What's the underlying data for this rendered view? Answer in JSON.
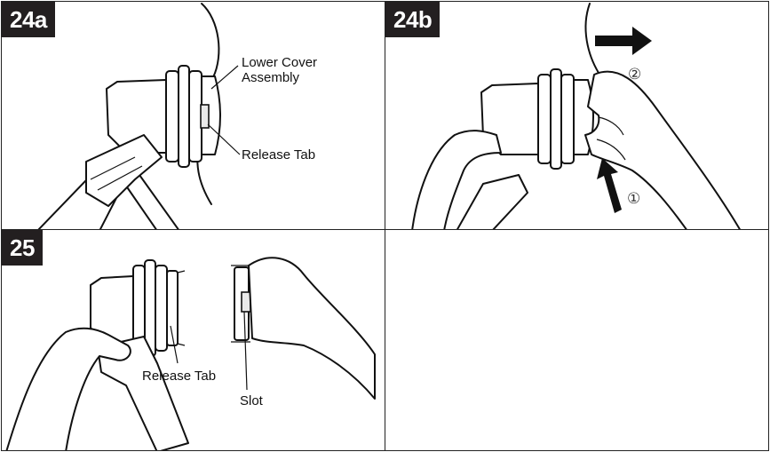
{
  "panels": {
    "p24a": {
      "step": "24a",
      "callouts": {
        "cover": "Lower Cover\nAssembly",
        "tab": "Release Tab"
      }
    },
    "p24b": {
      "step": "24b",
      "markers": {
        "one": "①",
        "two": "②"
      }
    },
    "p25": {
      "step": "25",
      "callouts": {
        "tab": "Release Tab",
        "slot": "Slot"
      }
    }
  },
  "colors": {
    "ink": "#231f20",
    "paper": "#ffffff"
  }
}
